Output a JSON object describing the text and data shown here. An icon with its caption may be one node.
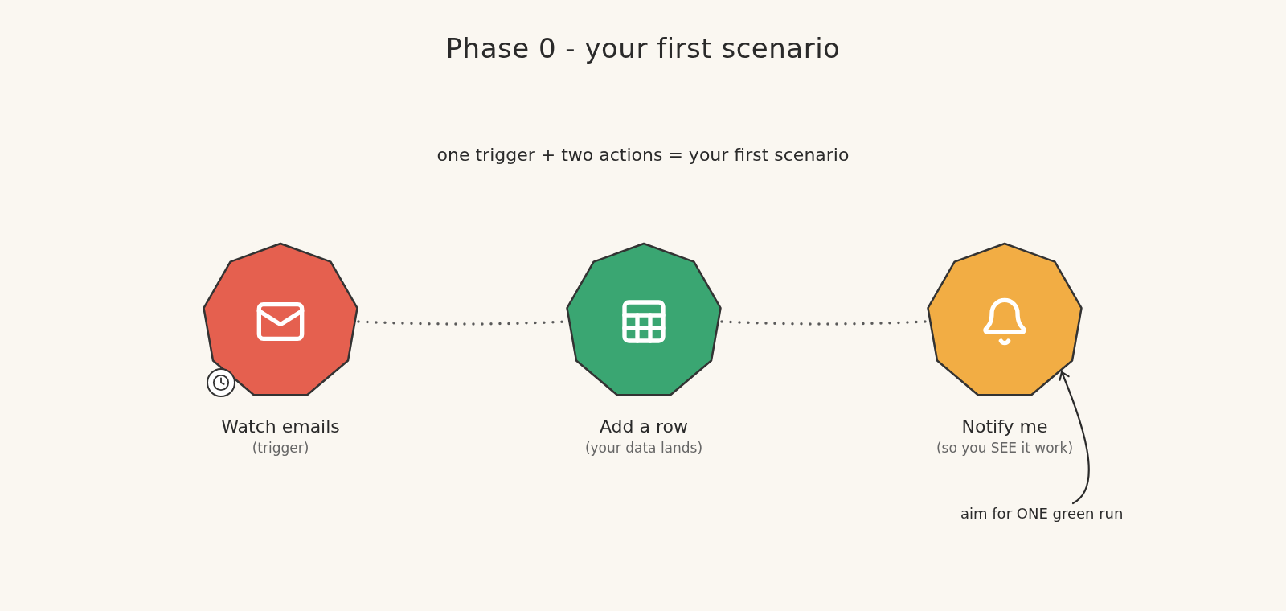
{
  "diagram": {
    "title": "Phase 0 - your first scenario",
    "nodes": [
      {
        "text": [
          "Watch emails",
          "(trigger)"
        ]
      },
      {
        "text": [
          "Add a row",
          "(your data lands)"
        ]
      },
      {
        "text": [
          "Notify me",
          "(so you SEE it work)"
        ]
      },
      {
        "text": [
          "aim for ONE green run"
        ]
      }
    ],
    "edges": [
      {
        "from": 0,
        "to": 1,
        "arrow": "none",
        "style": "dashed"
      },
      {
        "from": 1,
        "to": 2,
        "arrow": "none",
        "style": "dashed"
      },
      {
        "from": 3,
        "to": 2,
        "arrow": "to"
      }
    ],
    "labels": [
      "one trigger + two actions = your first scenario"
    ]
  }
}
